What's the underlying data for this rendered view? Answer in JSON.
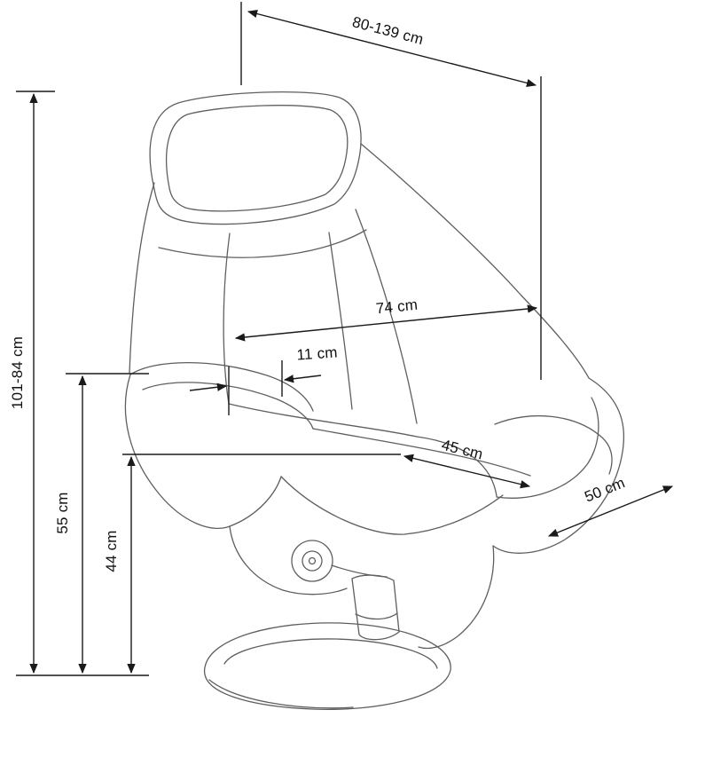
{
  "diagram": {
    "labels": {
      "overall_width": "80-139 cm",
      "overall_height": "101-84 cm",
      "back_width": "74 cm",
      "headrest_width": "11 cm",
      "seat_width": "45 cm",
      "seat_depth": "50 cm",
      "armrest_height": "55 cm",
      "seat_height": "44 cm"
    },
    "colors": {
      "dimension_line": "#1a1a1a",
      "chair_line": "#5f5f5f",
      "label_text": "#111111",
      "background": "#ffffff"
    }
  }
}
